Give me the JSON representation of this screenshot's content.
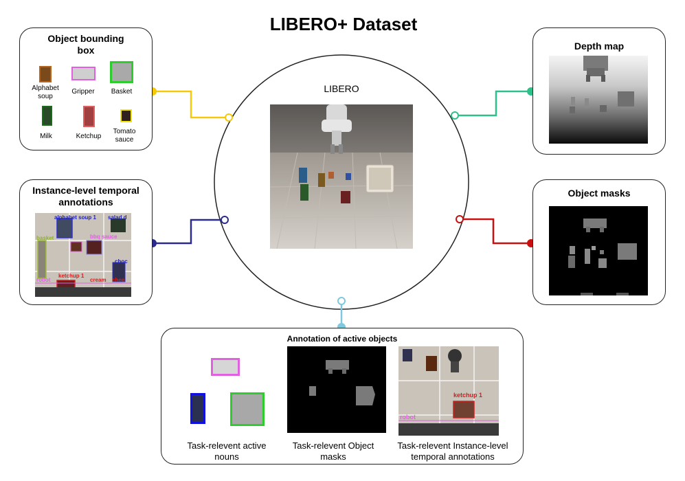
{
  "title": "LIBERO+ Dataset",
  "center": {
    "label": "LIBERO"
  },
  "bbox_panel": {
    "title": "Object bounding box",
    "items": [
      {
        "label": "Alphabet soup",
        "color": "#b5651d"
      },
      {
        "label": "Gripper",
        "color": "#e060e0"
      },
      {
        "label": "Basket",
        "color": "#2ecc2e"
      },
      {
        "label": "Milk",
        "color": "#1a6b1a"
      },
      {
        "label": "Ketchup",
        "color": "#e06060"
      },
      {
        "label": "Tomato sauce",
        "color": "#f5e60a"
      }
    ]
  },
  "temporal_panel": {
    "title": "Instance-level temporal annotations",
    "overlay_labels": [
      "alphabet soup 1",
      "salad d",
      "basket",
      "bbq sauce",
      "choc",
      "robot",
      "ketchup 1",
      "cream",
      "chee"
    ]
  },
  "depth_panel": {
    "title": "Depth map"
  },
  "masks_panel": {
    "title": "Object masks"
  },
  "active_panel": {
    "title": "Annotation of active objects",
    "captions": [
      "Task-relevent active nouns",
      "Task-relevent Object masks",
      "Task-relevent Instance-level temporal annotations"
    ],
    "overlay_labels": [
      "ketchup 1",
      "robot"
    ],
    "box_colors": [
      "#e060e0",
      "#1010e0",
      "#2ecc2e"
    ]
  },
  "connector_colors": {
    "bbox": "#f5c90a",
    "depth": "#2ec08a",
    "temporal": "#2b2b8c",
    "masks": "#c81010",
    "active": "#7ec8e0"
  }
}
